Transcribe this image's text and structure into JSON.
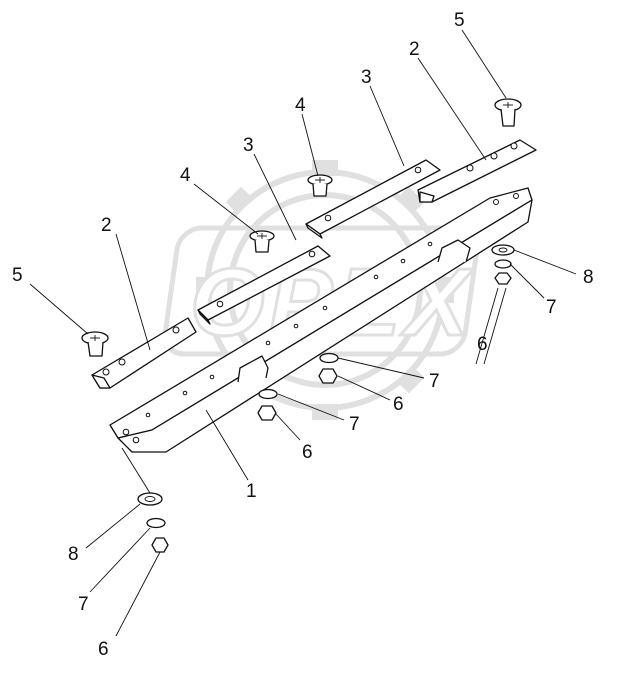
{
  "watermark": {
    "text": "OPEX",
    "color": "#c8c8c8"
  },
  "callouts": [
    {
      "id": "c5-left",
      "text": "5"
    },
    {
      "id": "c2-left",
      "text": "2"
    },
    {
      "id": "c4-left",
      "text": "4"
    },
    {
      "id": "c3-left",
      "text": "3"
    },
    {
      "id": "c4-mid",
      "text": "4"
    },
    {
      "id": "c3-right",
      "text": "3"
    },
    {
      "id": "c2-right",
      "text": "2"
    },
    {
      "id": "c5-right",
      "text": "5"
    },
    {
      "id": "c8-right",
      "text": "8"
    },
    {
      "id": "c7-right",
      "text": "7"
    },
    {
      "id": "c6-right",
      "text": "6"
    },
    {
      "id": "c7-mid",
      "text": "7"
    },
    {
      "id": "c6-mid",
      "text": "6"
    },
    {
      "id": "c7-low",
      "text": "7"
    },
    {
      "id": "c6-low",
      "text": "6"
    },
    {
      "id": "c1",
      "text": "1"
    },
    {
      "id": "c8-left",
      "text": "8"
    },
    {
      "id": "c7-left",
      "text": "7"
    },
    {
      "id": "c6-left",
      "text": "6"
    }
  ],
  "colors": {
    "line": "#111111",
    "watermark": "#c8c8c8"
  }
}
